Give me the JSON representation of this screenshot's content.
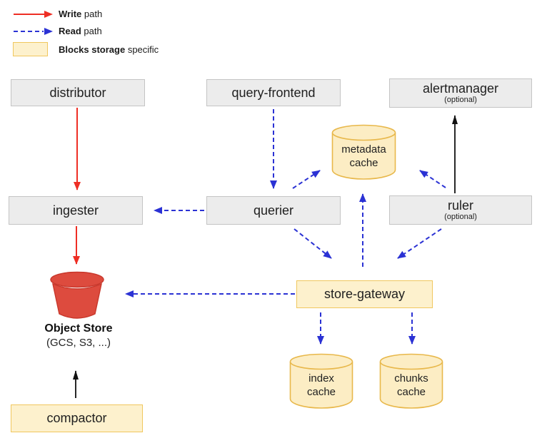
{
  "legend": {
    "write": {
      "bold": "Write",
      "rest": " path"
    },
    "read": {
      "bold": "Read",
      "rest": " path"
    },
    "blocks": {
      "bold": "Blocks storage",
      "rest": " specific"
    }
  },
  "nodes": {
    "distributor": {
      "label": "distributor"
    },
    "query_frontend": {
      "label": "query-frontend"
    },
    "alertmanager": {
      "label": "alertmanager",
      "sublabel": "(optional)"
    },
    "metadata_cache": {
      "line1": "metadata",
      "line2": "cache"
    },
    "ingester": {
      "label": "ingester"
    },
    "querier": {
      "label": "querier"
    },
    "ruler": {
      "label": "ruler",
      "sublabel": "(optional)"
    },
    "store_gateway": {
      "label": "store-gateway"
    },
    "object_store": {
      "title": "Object Store",
      "subtitle": "(GCS, S3, ...)"
    },
    "index_cache": {
      "line1": "index",
      "line2": "cache"
    },
    "chunks_cache": {
      "line1": "chunks",
      "line2": "cache"
    },
    "compactor": {
      "label": "compactor"
    }
  },
  "edges": [
    {
      "from": "distributor",
      "to": "ingester",
      "type": "write"
    },
    {
      "from": "ingester",
      "to": "object_store",
      "type": "write"
    },
    {
      "from": "query_frontend",
      "to": "querier",
      "type": "read"
    },
    {
      "from": "querier",
      "to": "ingester",
      "type": "read"
    },
    {
      "from": "querier",
      "to": "metadata_cache",
      "type": "read"
    },
    {
      "from": "querier",
      "to": "store_gateway",
      "type": "read"
    },
    {
      "from": "ruler",
      "to": "metadata_cache",
      "type": "read"
    },
    {
      "from": "ruler",
      "to": "store_gateway",
      "type": "read"
    },
    {
      "from": "ruler",
      "to": "alertmanager",
      "type": "plain"
    },
    {
      "from": "store_gateway",
      "to": "metadata_cache",
      "type": "read"
    },
    {
      "from": "store_gateway",
      "to": "object_store",
      "type": "read"
    },
    {
      "from": "store_gateway",
      "to": "index_cache",
      "type": "read"
    },
    {
      "from": "store_gateway",
      "to": "chunks_cache",
      "type": "read"
    },
    {
      "from": "compactor",
      "to": "object_store",
      "type": "plain"
    }
  ],
  "colors": {
    "write_path": "#ee2e24",
    "read_path": "#2b32d4",
    "plain_path": "#111111",
    "blocks_fill": "#fdf1cd",
    "blocks_border": "#f0c75e",
    "gray_fill": "#ececec",
    "gray_border": "#c4c4c4",
    "cylinder_fill": "#fcedc4",
    "cylinder_border": "#e8b84b",
    "bucket_red": "#dd4b3e",
    "bucket_red_dark": "#c8372b"
  }
}
